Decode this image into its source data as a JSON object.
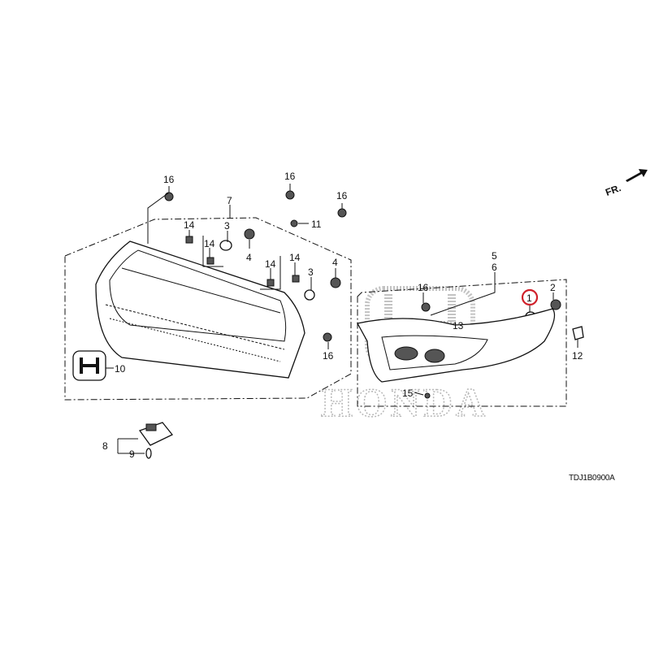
{
  "diagram": {
    "direction_label": "FR.",
    "diagram_code": "TDJ1B0900A",
    "watermark": "HONDA",
    "highlight_color": "#d0202a",
    "highlighted_callout": "1",
    "callouts": {
      "c1": "1",
      "c2": "2",
      "c3a": "3",
      "c3b": "3",
      "c4a": "4",
      "c4b": "4",
      "c5": "5",
      "c6": "6",
      "c7": "7",
      "c8": "8",
      "c9": "9",
      "c10": "10",
      "c11": "11",
      "c12": "12",
      "c13": "13",
      "c14a": "14",
      "c14b": "14",
      "c14c": "14",
      "c14d": "14",
      "c15": "15",
      "c16a": "16",
      "c16b": "16",
      "c16c": "16",
      "c16d": "16",
      "c16e": "16"
    }
  }
}
